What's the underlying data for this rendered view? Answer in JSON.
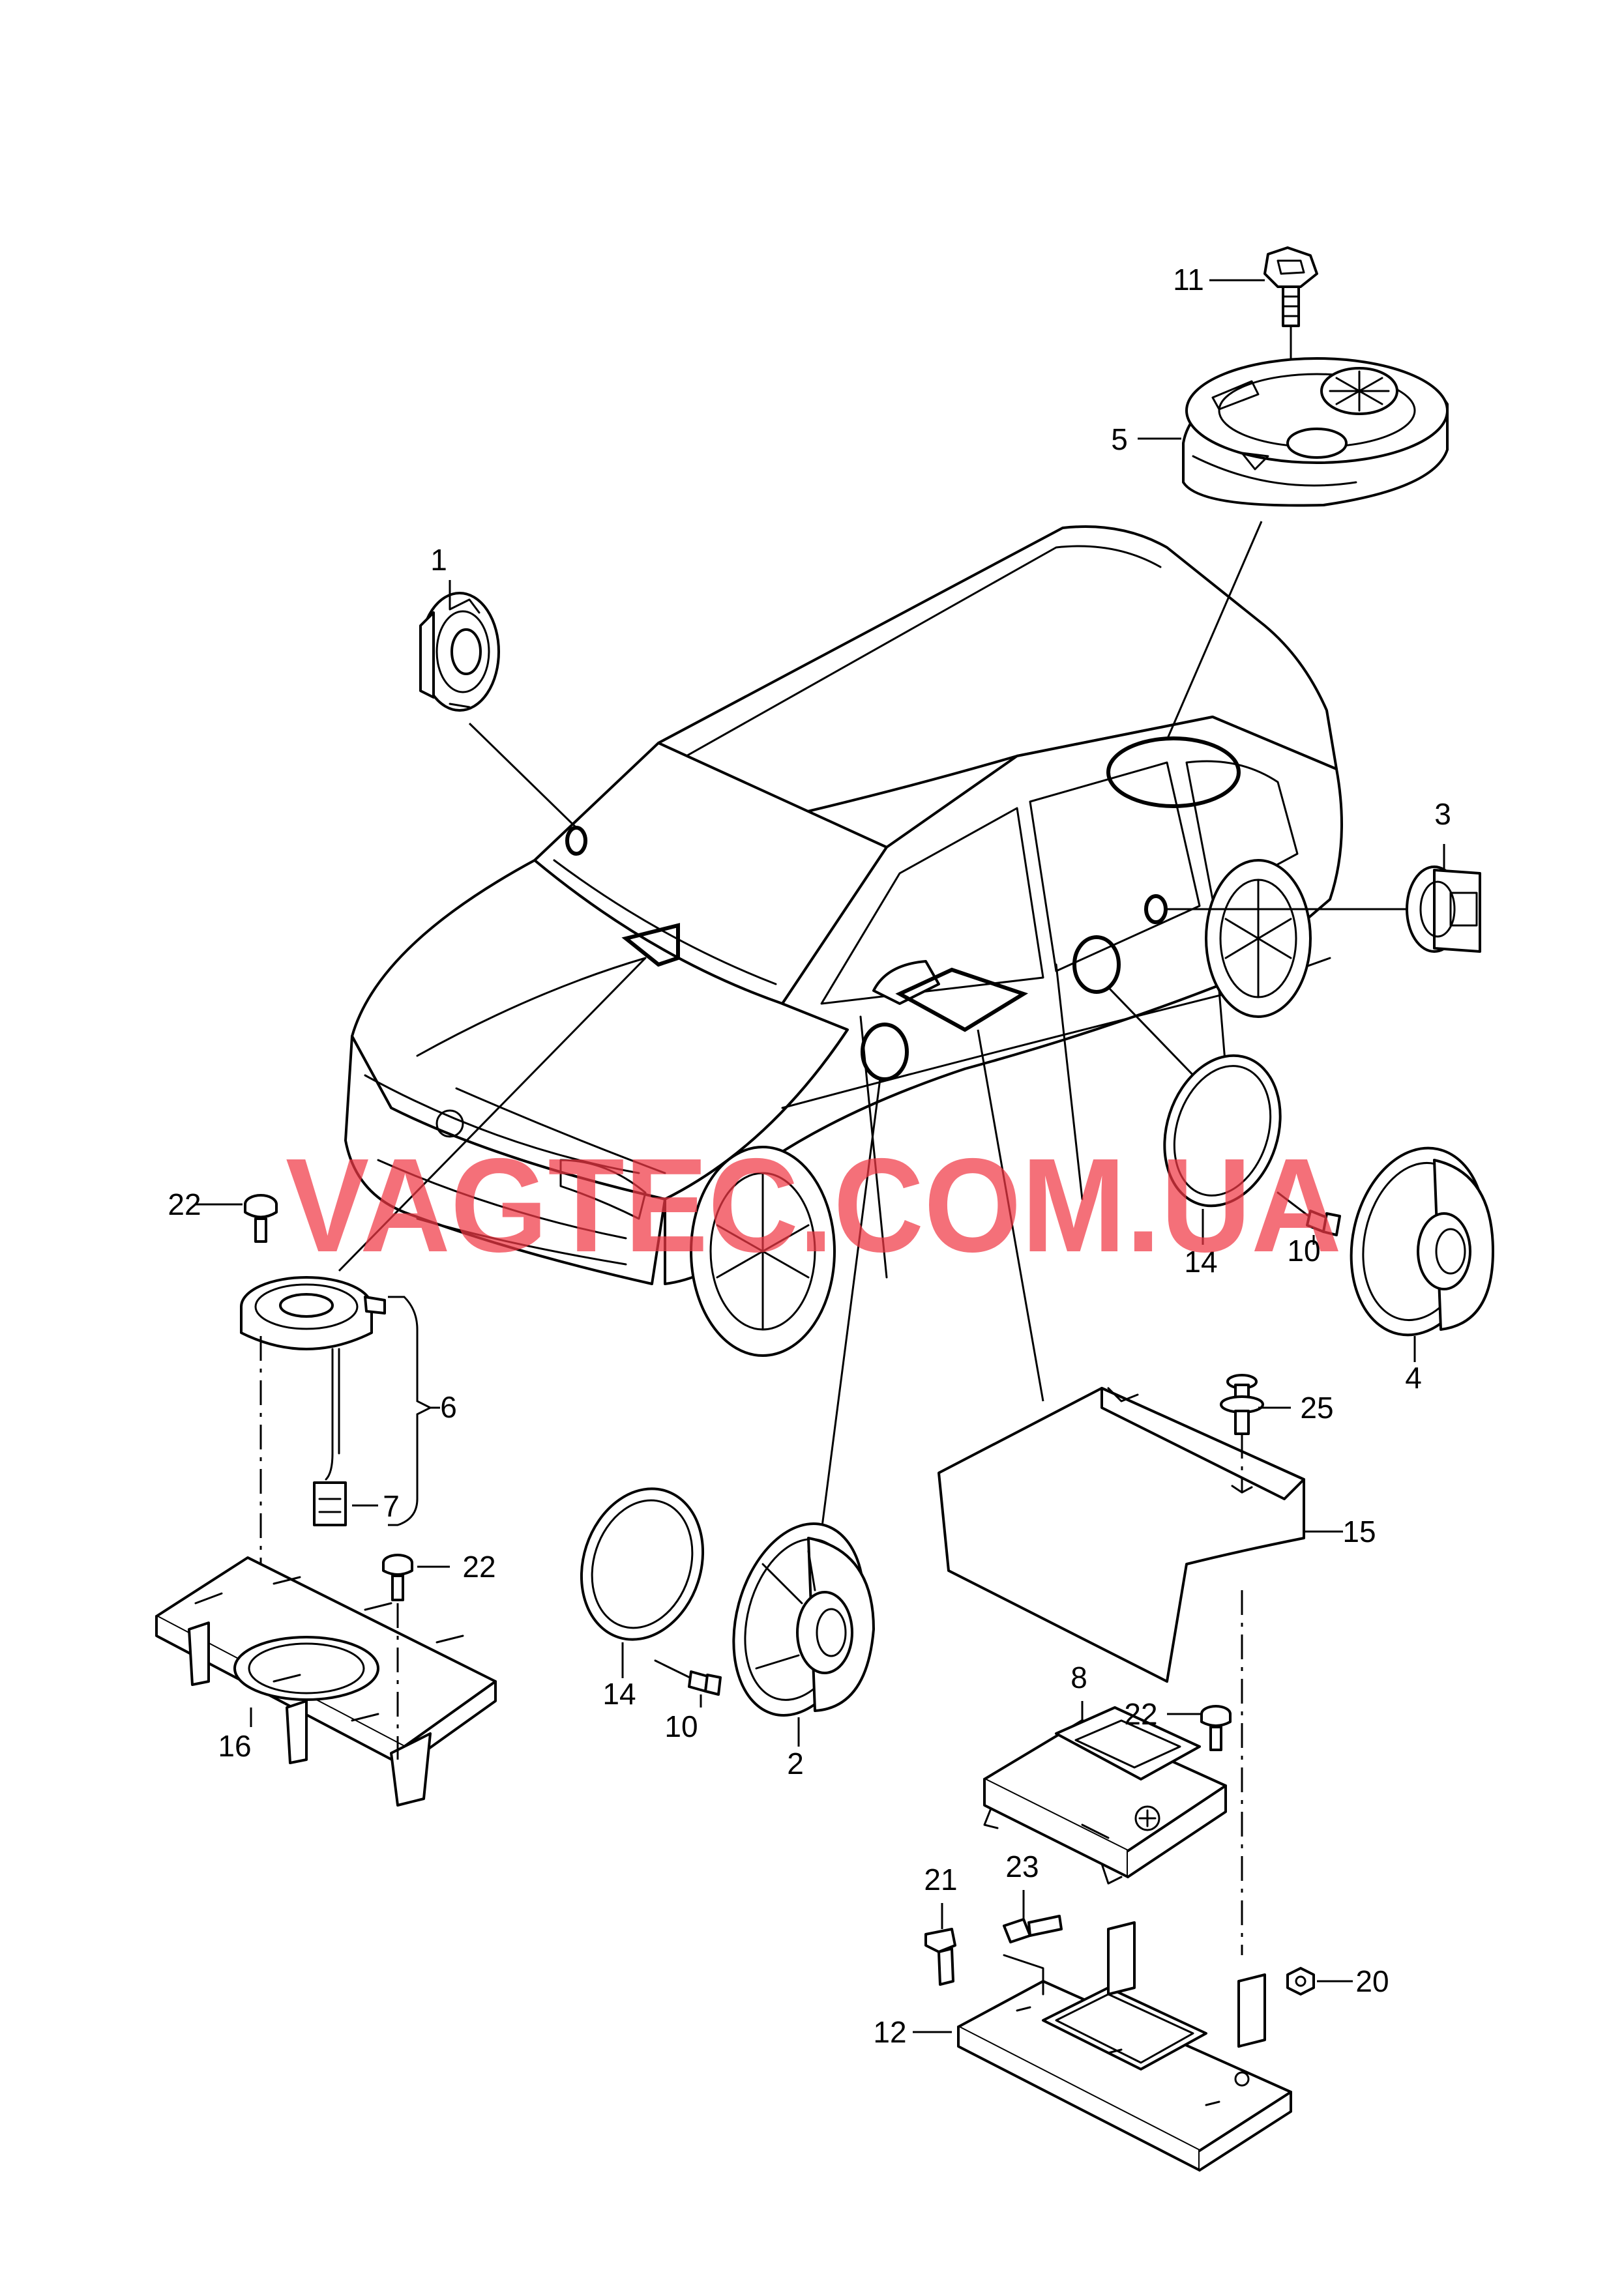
{
  "watermark": "VAGTEC.COM.UA",
  "callouts": {
    "c1": "1",
    "c2": "2",
    "c3": "3",
    "c4": "4",
    "c5": "5",
    "c6": "6",
    "c7": "7",
    "c8": "8",
    "c10a": "10",
    "c10b": "10",
    "c11": "11",
    "c12": "12",
    "c14a": "14",
    "c14b": "14",
    "c15": "15",
    "c16": "16",
    "c20": "20",
    "c21": "21",
    "c22a": "22",
    "c22b": "22",
    "c22c": "22",
    "c23": "23",
    "c25": "25"
  },
  "parts": [
    "speaker-dashboard-center",
    "speaker-front-door-bass",
    "speaker-rear-door-tweeter",
    "speaker-rear-door-bass",
    "subwoofer-spare-wheel",
    "speaker-with-wiring",
    "connector",
    "amplifier-control-unit",
    "expanding-rivet",
    "clamping-bolt",
    "bracket-plate",
    "seal-ring",
    "cover",
    "speaker-holder",
    "hex-nut",
    "spreading-nut",
    "torx-screw",
    "hex-bolt",
    "clip"
  ]
}
